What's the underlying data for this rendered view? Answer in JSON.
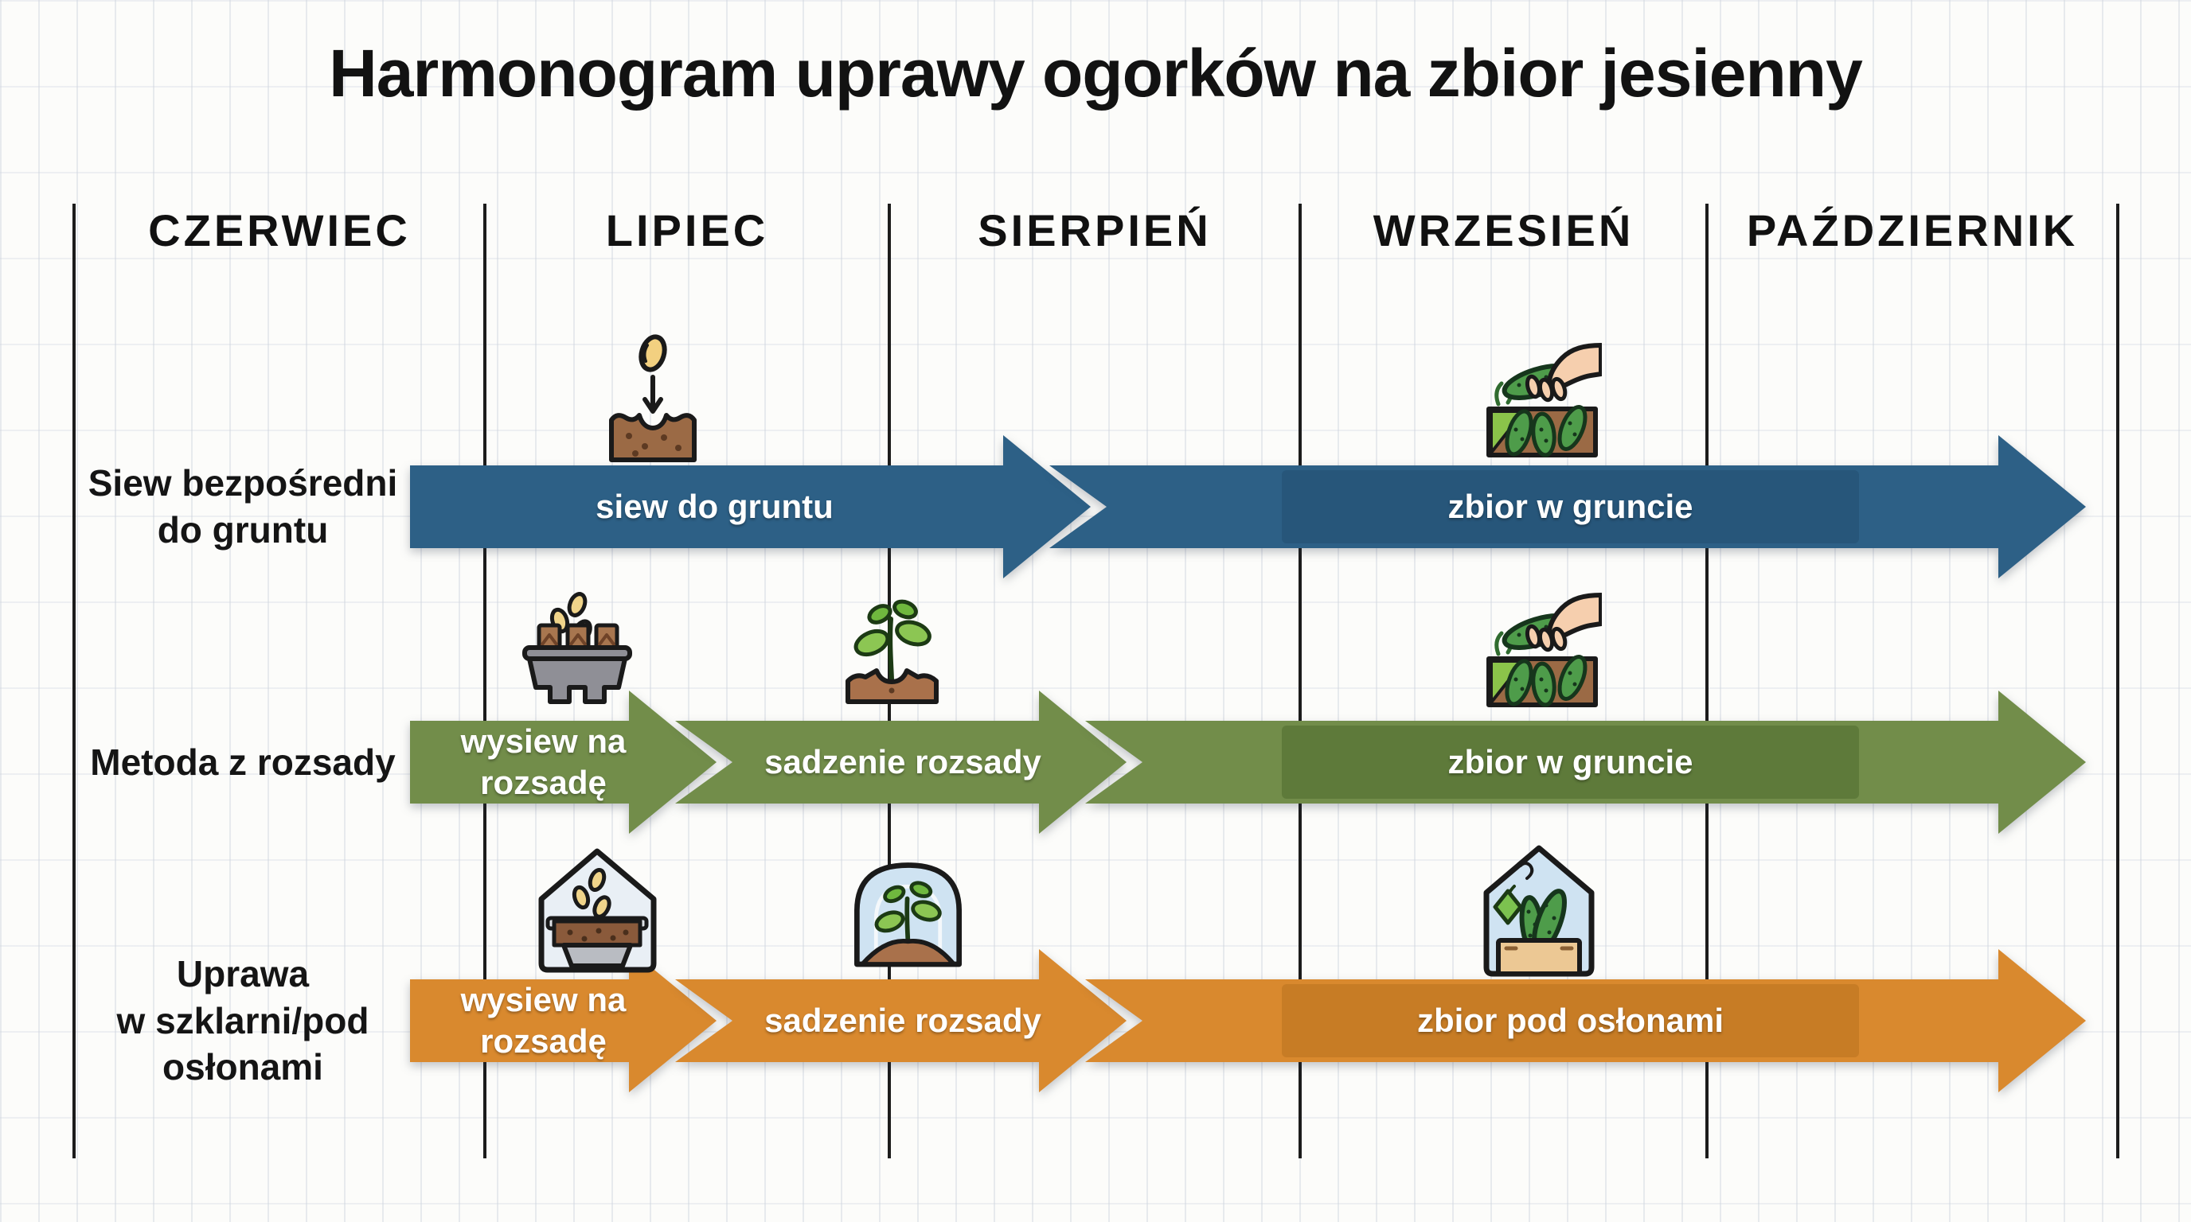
{
  "title": "Harmonogram uprawy ogorków na zbior jesienny",
  "months": [
    "CZERWIEC",
    "LIPIEC",
    "SIERPIEŃ",
    "WRZESIEŃ",
    "PAŹDZIERNIK"
  ],
  "colors": {
    "row1_arrow": "#2d6086",
    "row1_band": "#27567a",
    "row2_arrow": "#728d4a",
    "row2_band": "#5e7a3a",
    "row3_arrow": "#d9892e",
    "row3_band": "#c77c25",
    "text_dark": "#141414",
    "text_light": "#ffffff",
    "divider": "#1c1c1c"
  },
  "rows": [
    {
      "label": "Siew bezpośredni\ndo gruntu",
      "icons": [
        "seed-sowing-icon",
        "harvest-hand-icon"
      ],
      "segments": [
        {
          "label": "siew do gruntu"
        },
        {
          "label": "zbior w gruncie"
        }
      ]
    },
    {
      "label": "Metoda z rozsady",
      "icons": [
        "seed-tray-icon",
        "seedling-icon",
        "harvest-hand-icon"
      ],
      "segments": [
        {
          "label": "wysiew na\nrozsadę"
        },
        {
          "label": "sadzenie rozsady"
        },
        {
          "label": "zbior w gruncie"
        }
      ]
    },
    {
      "label": "Uprawa\nw szklarni/pod\nosłonami",
      "icons": [
        "greenhouse-seed-tray-icon",
        "cloche-seedling-icon",
        "greenhouse-cucumbers-icon"
      ],
      "segments": [
        {
          "label": "wysiew na\nrozsadę"
        },
        {
          "label": "sadzenie rozsady"
        },
        {
          "label": "zbior pod osłonami"
        }
      ]
    }
  ]
}
